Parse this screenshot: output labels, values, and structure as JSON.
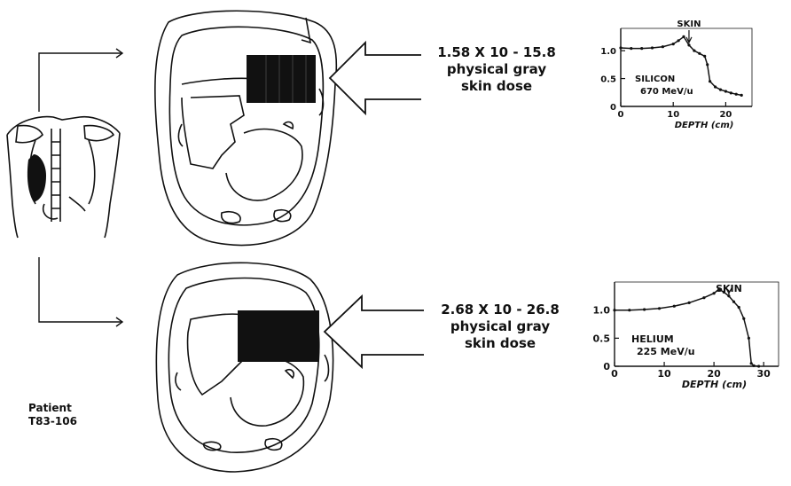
{
  "patient": {
    "line1": "Patient",
    "line2": "T83-106"
  },
  "top": {
    "dose_line1": "1.58 X 10 - 15.8",
    "dose_line2": "physical gray",
    "dose_line3": "skin dose",
    "chart": {
      "ion": "SILICON",
      "energy": "670 MeV/u",
      "skin_label": "SKIN",
      "xlabel": "DEPTH (cm)",
      "yticks": [
        "1.0",
        "0.5",
        "0"
      ],
      "xticks": [
        "0",
        "10",
        "20"
      ]
    }
  },
  "bottom": {
    "dose_line1": "2.68 X 10 - 26.8",
    "dose_line2": "physical gray",
    "dose_line3": "skin dose",
    "chart": {
      "ion": "HELIUM",
      "energy": "225 MeV/u",
      "skin_label": "SKIN",
      "xlabel": "DEPTH (cm)",
      "yticks": [
        "1.0",
        "0.5",
        "0"
      ],
      "xticks": [
        "0",
        "10",
        "20",
        "30"
      ]
    }
  },
  "chart_data": [
    {
      "type": "line",
      "title": "",
      "xlabel": "DEPTH (cm)",
      "ylabel": "",
      "xlim": [
        0,
        25
      ],
      "ylim": [
        0,
        1.4
      ],
      "series": [
        {
          "name": "SILICON 670 MeV/u",
          "x": [
            0,
            2,
            4,
            6,
            8,
            10,
            11,
            12,
            13,
            14,
            15,
            16,
            16.5,
            17,
            18,
            19,
            20,
            21,
            22,
            23
          ],
          "y": [
            1.05,
            1.04,
            1.04,
            1.05,
            1.07,
            1.12,
            1.18,
            1.25,
            1.1,
            1.0,
            0.95,
            0.9,
            0.75,
            0.45,
            0.35,
            0.3,
            0.27,
            0.24,
            0.22,
            0.2
          ]
        }
      ]
    },
    {
      "type": "line",
      "title": "",
      "xlabel": "DEPTH (cm)",
      "ylabel": "",
      "xlim": [
        0,
        33
      ],
      "ylim": [
        0,
        1.5
      ],
      "series": [
        {
          "name": "HELIUM 225 MeV/u",
          "x": [
            0,
            3,
            6,
            9,
            12,
            15,
            18,
            20,
            21,
            22,
            23,
            24,
            25,
            26,
            27,
            27.5,
            28,
            29
          ],
          "y": [
            1.0,
            1.0,
            1.01,
            1.03,
            1.07,
            1.13,
            1.22,
            1.3,
            1.37,
            1.32,
            1.25,
            1.15,
            1.05,
            0.85,
            0.5,
            0.05,
            0.01,
            0.0
          ]
        }
      ]
    }
  ]
}
